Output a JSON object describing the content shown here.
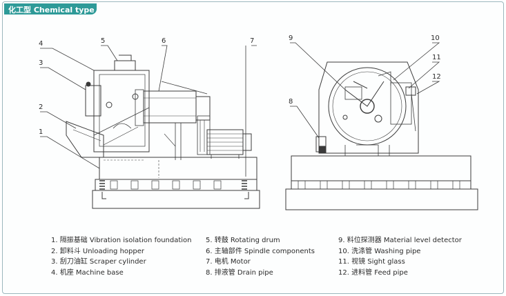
{
  "header": {
    "title": "化工型 Chemical type",
    "accent_color": "#2e9a98"
  },
  "callouts": [
    "1",
    "2",
    "3",
    "4",
    "5",
    "6",
    "7",
    "8",
    "9",
    "10",
    "11",
    "12"
  ],
  "legend": {
    "col1": [
      "1. 隔振基础 Vibration isolation foundation",
      "2. 卸料斗 Unloading hopper",
      "3. 刮刀油缸 Scraper cylinder",
      "4. 机座 Machine base"
    ],
    "col2": [
      "5. 转鼓 Rotating drum",
      "6. 主轴部件 Spindle components",
      "7. 电机 Motor",
      "8. 排液管 Drain pipe"
    ],
    "col3": [
      "9. 料位探测器 Material level detector",
      "10. 洗涤管 Washing pipe",
      "11. 视镜 Sight glass",
      "12. 进料管 Feed pipe"
    ]
  }
}
